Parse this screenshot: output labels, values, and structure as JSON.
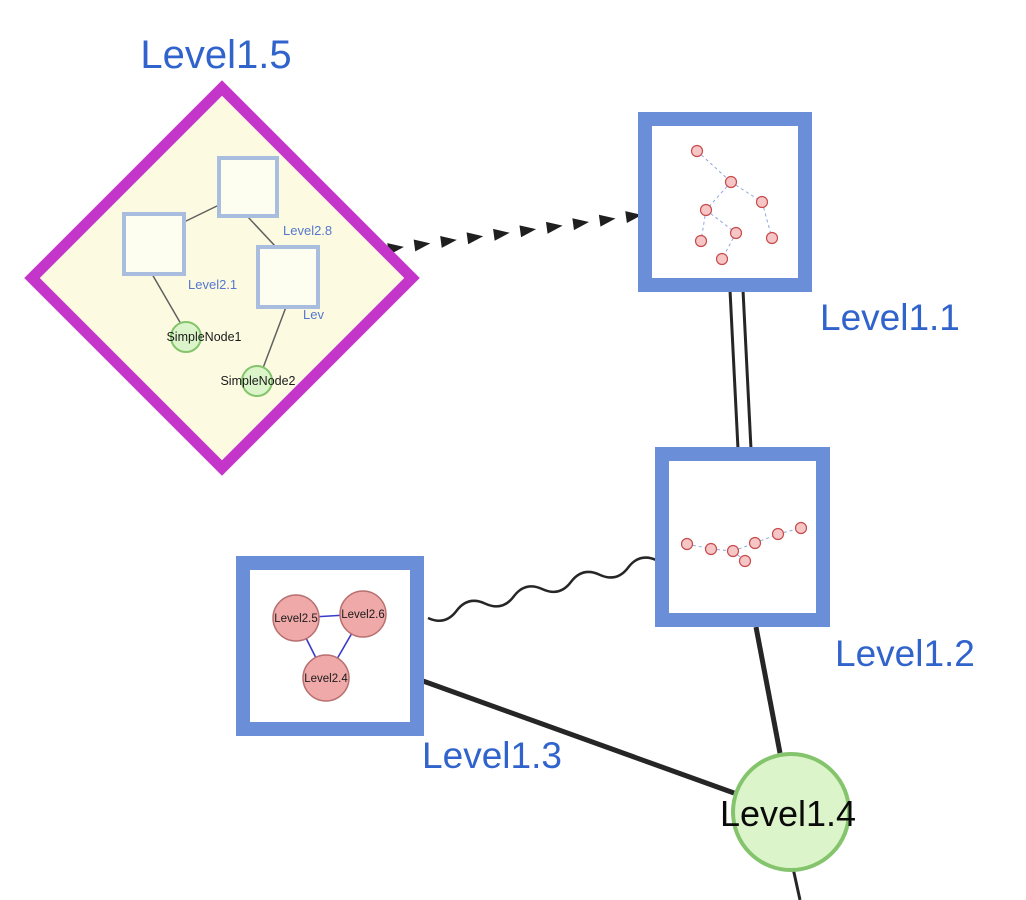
{
  "colors": {
    "label_blue": "#3063cc",
    "inner_label_blue": "#5577cc",
    "edge_black": "#262626",
    "diamond_border": "#c436c9",
    "diamond_fill": "#fcfbe2",
    "inner_square_border": "#a9bede",
    "inner_square_fill": "#fdfdf0",
    "group_node_border": "#6b8ed8",
    "group_node_fill": "#ffffff",
    "green_node_fill": "#dcf4ca",
    "green_node_border": "#84c46d",
    "pink_node_fill": "#f0a9a9",
    "pink_node_border": "#b87070",
    "mini_node_fill": "#f6c6c6",
    "mini_node_border": "#c84b4b",
    "mini_edge_blue": "#8fa6e0",
    "triangle_edge_blue": "#3a3acc"
  },
  "nodes": {
    "level15": {
      "label": "Level1.5",
      "shape": "diamond-group"
    },
    "level11": {
      "label": "Level1.1",
      "shape": "square-group"
    },
    "level12": {
      "label": "Level1.2",
      "shape": "square-group"
    },
    "level13": {
      "label": "Level1.3",
      "shape": "square-group"
    },
    "level14": {
      "label": "Level1.4",
      "shape": "circle"
    }
  },
  "level15_children": {
    "level28": {
      "label": "Level2.8"
    },
    "level21": {
      "label": "Level2.1"
    },
    "lev": {
      "label": "Lev"
    },
    "simplenode1": {
      "label": "SimpleNode1"
    },
    "simplenode2": {
      "label": "SimpleNode2"
    }
  },
  "level13_children": {
    "level25": {
      "label": "Level2.5"
    },
    "level26": {
      "label": "Level2.6"
    },
    "level24": {
      "label": "Level2.4"
    }
  },
  "edges": [
    {
      "from": "level15",
      "to": "level11",
      "style": "dashed-arrow-chain"
    },
    {
      "from": "level11",
      "to": "level12",
      "style": "double-line"
    },
    {
      "from": "level13",
      "to": "level12",
      "style": "wavy"
    },
    {
      "from": "level13",
      "to": "level14",
      "style": "solid"
    },
    {
      "from": "level12",
      "to": "level14",
      "style": "solid"
    }
  ]
}
